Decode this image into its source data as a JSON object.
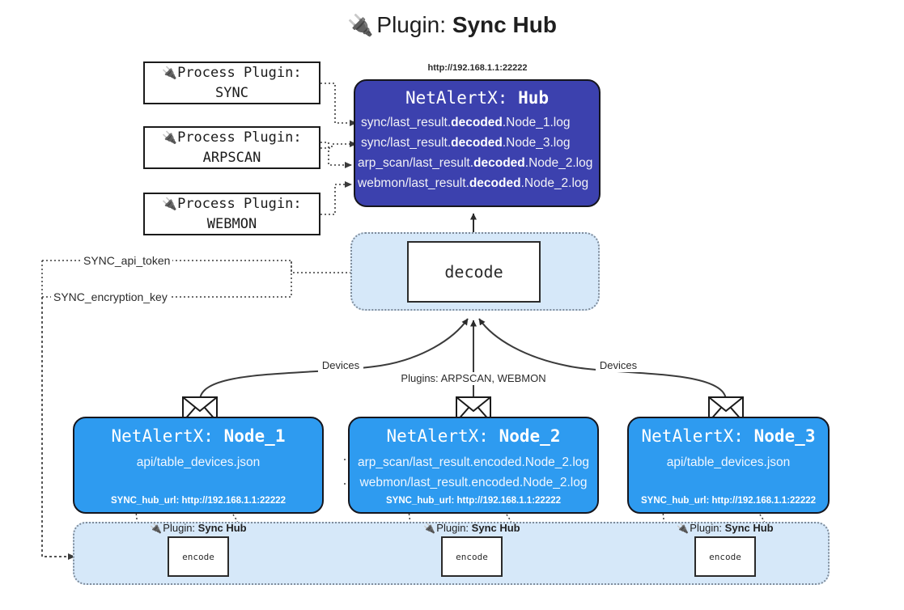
{
  "title": {
    "icon": "plug-icon",
    "prefix": "Plugin:",
    "name": "Sync Hub"
  },
  "process_plugins": [
    {
      "icon": "plug-icon",
      "line1": "Process Plugin:",
      "line2": "SYNC"
    },
    {
      "icon": "plug-icon",
      "line1": "Process Plugin:",
      "line2": "ARPSCAN"
    },
    {
      "icon": "plug-icon",
      "line1": "Process Plugin:",
      "line2": "WEBMON"
    }
  ],
  "hub": {
    "url": "http://192.168.1.1:22222",
    "title_prefix": "NetAlertX:",
    "title_name": "Hub",
    "logs": [
      {
        "pre": "sync/last_result.",
        "em": "decoded",
        "post": ".Node_1.log"
      },
      {
        "pre": "sync/last_result.",
        "em": "decoded",
        "post": ".Node_3.log"
      },
      {
        "pre": "arp_scan/last_result.",
        "em": "decoded",
        "post": ".Node_2.log"
      },
      {
        "pre": "webmon/last_result.",
        "em": "decoded",
        "post": ".Node_2.log"
      }
    ]
  },
  "decode": {
    "label": "decode"
  },
  "settings": {
    "api_token": "SYNC_api_token",
    "encryption_key": "SYNC_encryption_key"
  },
  "wire_labels": {
    "devices_left": "Devices",
    "devices_right": "Devices",
    "plugins_center": "Plugins: ARPSCAN, WEBMON"
  },
  "nodes": [
    {
      "title_prefix": "NetAlertX:",
      "title_name": "Node_1",
      "details": [
        "api/table_devices.json"
      ],
      "hub_url_label": "SYNC_hub_url: http://192.168.1.1:22222",
      "mail_icon": "envelope-icon"
    },
    {
      "title_prefix": "NetAlertX:",
      "title_name": "Node_2",
      "details": [
        "arp_scan/last_result.encoded.Node_2.log",
        "webmon/last_result.encoded.Node_2.log"
      ],
      "hub_url_label": "SYNC_hub_url: http://192.168.1.1:22222",
      "mail_icon": "envelope-icon"
    },
    {
      "title_prefix": "NetAlertX:",
      "title_name": "Node_3",
      "details": [
        "api/table_devices.json"
      ],
      "hub_url_label": "SYNC_hub_url: http://192.168.1.1:22222",
      "mail_icon": "envelope-icon"
    }
  ],
  "encoders": [
    {
      "icon": "plug-icon",
      "prefix": "Plugin:",
      "name": "Sync Hub",
      "box_label": "encode"
    },
    {
      "icon": "plug-icon",
      "prefix": "Plugin:",
      "name": "Sync Hub",
      "box_label": "encode"
    },
    {
      "icon": "plug-icon",
      "prefix": "Plugin:",
      "name": "Sync Hub",
      "box_label": "encode"
    }
  ],
  "colors": {
    "hub_bg": "#3c41ae",
    "node_bg": "#2e9bf0",
    "band_bg": "#d6e8f9",
    "band_border": "#7f8c9b",
    "stroke": "#2b2b2b"
  }
}
